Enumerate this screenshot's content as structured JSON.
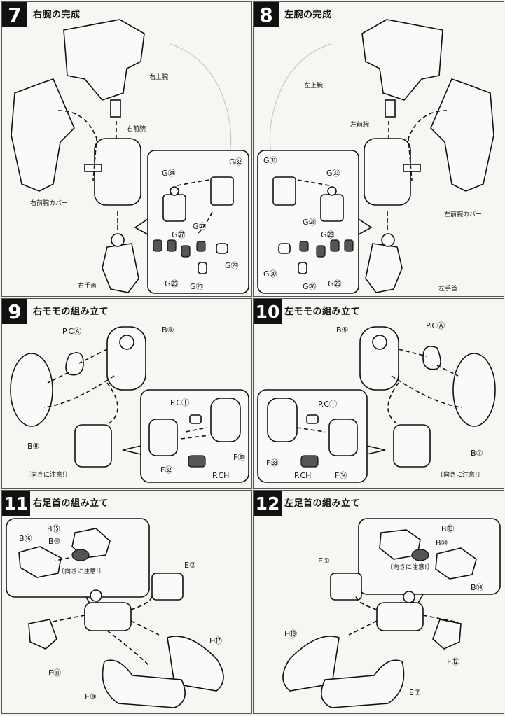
{
  "steps": [
    {
      "number": "7",
      "title": "右腕の完成",
      "labels": {
        "upper": "右上腕",
        "fore": "右前腕",
        "cover": "右前腕カバー",
        "hand": "右手首",
        "g34": "G㉞",
        "g32": "G㉜",
        "g27a": "G㉗",
        "g27b": "G㉗",
        "g25a": "G㉕",
        "g25b": "G㉕",
        "g29": "G㉙"
      }
    },
    {
      "number": "8",
      "title": "左腕の完成",
      "labels": {
        "upper": "左上腕",
        "fore": "左前腕",
        "cover": "左前腕カバー",
        "hand": "左手首",
        "g31": "G㉛",
        "g33": "G㉝",
        "g28a": "G㉘",
        "g28b": "G㉘",
        "g30": "G㉚",
        "g26a": "G㉖",
        "g26b": "G㉖"
      }
    },
    {
      "number": "9",
      "title": "右モモの組み立て",
      "labels": {
        "pca": "P.CⒶ",
        "b6": "B⑥",
        "b8": "B⑧",
        "caution": "〔向きに注意!〕",
        "pci": "P.CⒾ",
        "f31": "F㉛",
        "f32": "F㉜",
        "pch": "P.CH"
      }
    },
    {
      "number": "10",
      "title": "左モモの組み立て",
      "labels": {
        "b5": "B⑤",
        "pca": "P.CⒶ",
        "b7": "B⑦",
        "caution": "〔向きに注意!〕",
        "pci": "P.CⒾ",
        "f33": "F㉝",
        "f34": "F㉞",
        "pch": "P.CH"
      }
    },
    {
      "number": "11",
      "title": "右足首の組み立て",
      "labels": {
        "b15": "B⑮",
        "b16": "B⑯",
        "b10": "B⑩",
        "caution": "〔向きに注意!〕",
        "e2": "E②",
        "e17": "E⑰",
        "e11": "E⑪",
        "e8": "E⑧"
      }
    },
    {
      "number": "12",
      "title": "左足首の組み立て",
      "labels": {
        "b13": "B⑬",
        "b10": "B⑩",
        "caution": "〔向きに注意!〕",
        "b14": "B⑭",
        "e1": "E①",
        "e18": "E⑱",
        "e12": "E⑫",
        "e7": "E⑦"
      }
    }
  ]
}
